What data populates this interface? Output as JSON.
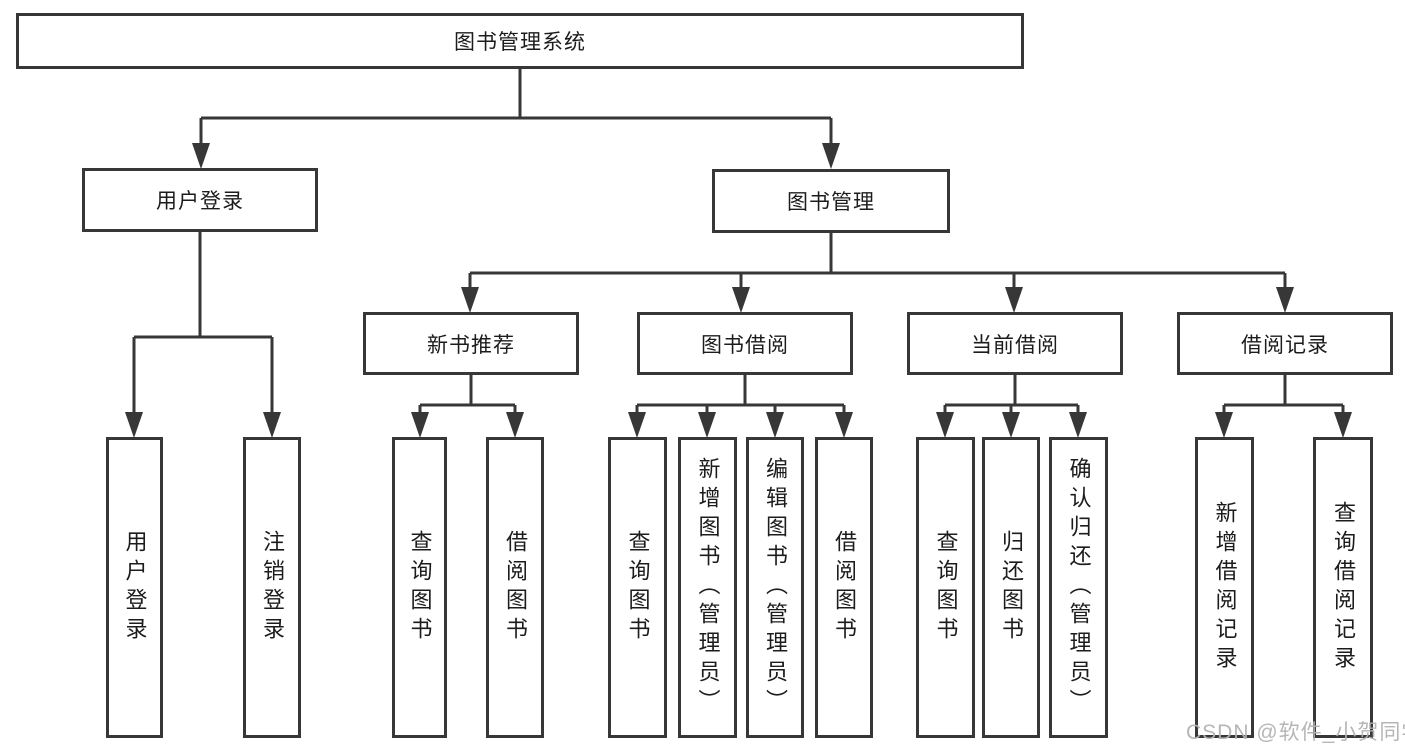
{
  "diagram": {
    "title": "图书管理系统",
    "colors": {
      "line": "#373737",
      "box_border": "#373737",
      "text": "#1c1c1c",
      "background": "#ffffff",
      "watermark": "#b2b2b2"
    },
    "root": {
      "label": "图书管理系统"
    },
    "branches": [
      {
        "label": "用户登录",
        "children": [
          {
            "label": "用户登录"
          },
          {
            "label": "注销登录"
          }
        ]
      },
      {
        "label": "图书管理",
        "children": [
          {
            "label": "新书推荐",
            "children": [
              {
                "label": "查询图书"
              },
              {
                "label": "借阅图书"
              }
            ]
          },
          {
            "label": "图书借阅",
            "children": [
              {
                "label": "查询图书"
              },
              {
                "label": "新增图书（管理员）"
              },
              {
                "label": "编辑图书（管理员）"
              },
              {
                "label": "借阅图书"
              }
            ]
          },
          {
            "label": "当前借阅",
            "children": [
              {
                "label": "查询图书"
              },
              {
                "label": "归还图书"
              },
              {
                "label": "确认归还（管理员）"
              }
            ]
          },
          {
            "label": "借阅记录",
            "children": [
              {
                "label": "新增借阅记录"
              },
              {
                "label": "查询借阅记录"
              }
            ]
          }
        ]
      }
    ],
    "watermark": "CSDN @软件_小贺同学"
  }
}
